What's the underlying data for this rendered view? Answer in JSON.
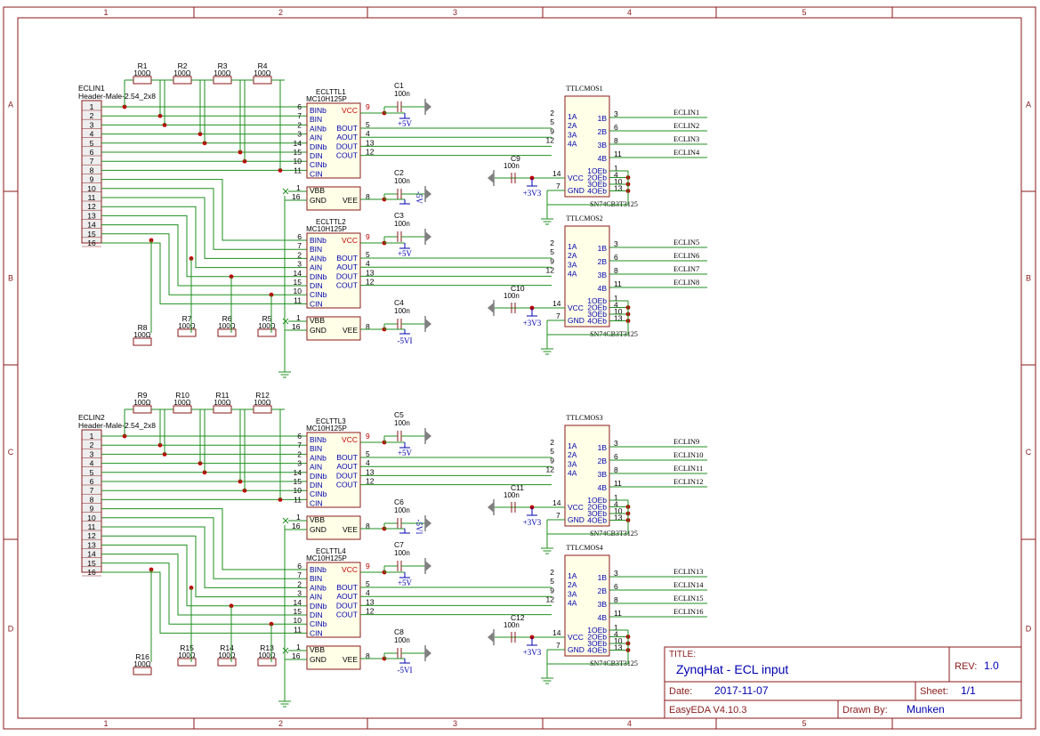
{
  "frame": {
    "cols": [
      "1",
      "2",
      "3",
      "4",
      "5"
    ],
    "rows": [
      "A",
      "B",
      "C",
      "D"
    ]
  },
  "colors": {
    "border": "#8b1a1a",
    "wire": "#1f8f1f",
    "part": "#8b1a1a",
    "label": "#0000b0",
    "pin": "#8b0000",
    "power": "#808080"
  },
  "headers": [
    {
      "ref": "ECLIN1",
      "value": "Header-Male-2.54_2x8"
    },
    {
      "ref": "ECLIN2",
      "value": "Header-Male-2.54_2x8"
    }
  ],
  "header_pins": [
    "1",
    "2",
    "3",
    "4",
    "5",
    "6",
    "7",
    "8",
    "9",
    "10",
    "11",
    "12",
    "13",
    "14",
    "15",
    "16"
  ],
  "resistors": {
    "top": [
      [
        {
          "ref": "R1",
          "val": "100Ω"
        },
        {
          "ref": "R2",
          "val": "100Ω"
        },
        {
          "ref": "R3",
          "val": "100Ω"
        },
        {
          "ref": "R4",
          "val": "100Ω"
        }
      ],
      [
        {
          "ref": "R9",
          "val": "100Ω"
        },
        {
          "ref": "R10",
          "val": "100Ω"
        },
        {
          "ref": "R11",
          "val": "100Ω"
        },
        {
          "ref": "R12",
          "val": "100Ω"
        }
      ]
    ],
    "bottom": [
      [
        {
          "ref": "R8",
          "val": "100Ω"
        },
        {
          "ref": "R7",
          "val": "100Ω"
        },
        {
          "ref": "R6",
          "val": "100Ω"
        },
        {
          "ref": "R5",
          "val": "100Ω"
        }
      ],
      [
        {
          "ref": "R16",
          "val": "100Ω"
        },
        {
          "ref": "R15",
          "val": "100Ω"
        },
        {
          "ref": "R14",
          "val": "100Ω"
        },
        {
          "ref": "R13",
          "val": "100Ω"
        }
      ]
    ]
  },
  "ecl_chips": [
    {
      "ref": "ECLTTL1",
      "part": "MC10H125P",
      "vcc_cap": "C1",
      "vee_cap": "C2",
      "vee_label": "-5V",
      "vee_rot": true
    },
    {
      "ref": "ECLTTL2",
      "part": "MC10H125P",
      "vcc_cap": "C3",
      "vee_cap": "C4",
      "vee_label": "-5VI",
      "vee_rot": false
    },
    {
      "ref": "ECLTTL3",
      "part": "MC10H125P",
      "vcc_cap": "C5",
      "vee_cap": "C6",
      "vee_label": "-5VI",
      "vee_rot": true
    },
    {
      "ref": "ECLTTL4",
      "part": "MC10H125P",
      "vcc_cap": "C7",
      "vee_cap": "C8",
      "vee_label": "-5VI",
      "vee_rot": false
    }
  ],
  "ecl_left_pins": [
    {
      "n": "6",
      "name": "BINb"
    },
    {
      "n": "7",
      "name": "BIN"
    },
    {
      "n": "2",
      "name": "AINb"
    },
    {
      "n": "3",
      "name": "AIN"
    },
    {
      "n": "14",
      "name": "DINb"
    },
    {
      "n": "15",
      "name": "DIN"
    },
    {
      "n": "10",
      "name": "CINb"
    },
    {
      "n": "11",
      "name": "CIN"
    }
  ],
  "ecl_right_pins": [
    {
      "n": "5",
      "name": "BOUT"
    },
    {
      "n": "4",
      "name": "AOUT"
    },
    {
      "n": "13",
      "name": "DOUT"
    },
    {
      "n": "12",
      "name": "COUT"
    }
  ],
  "ecl_misc": {
    "vcc": "VCC",
    "vcc_pin": "9",
    "vbb": "VBB",
    "vbb_pin": "1",
    "gnd": "GND",
    "gnd_pin": "16",
    "vee": "VEE",
    "vee_pin": "8",
    "plus5": "+5V"
  },
  "cap_value": "100n",
  "mux_chips": [
    {
      "ref": "TTLCMOS1",
      "part": "SN74CB3T3125",
      "cap": "C9",
      "outs": [
        "ECLIN1",
        "ECLIN2",
        "ECLIN3",
        "ECLIN4"
      ]
    },
    {
      "ref": "TTLCMOS2",
      "part": "SN74CB3T3125",
      "cap": "C10",
      "outs": [
        "ECLIN5",
        "ECLIN6",
        "ECLIN7",
        "ECLIN8"
      ]
    },
    {
      "ref": "TTLCMOS3",
      "part": "SN74CB3T3125",
      "cap": "C11",
      "outs": [
        "ECLIN9",
        "ECLIN10",
        "ECLIN11",
        "ECLIN12"
      ]
    },
    {
      "ref": "TTLCMOS4",
      "part": "SN74CB3T3125",
      "cap": "C12",
      "outs": [
        "ECLIN13",
        "ECLIN14",
        "ECLIN15",
        "ECLIN16"
      ]
    }
  ],
  "mux_left_pins": [
    {
      "n": "2",
      "name": "1A"
    },
    {
      "n": "5",
      "name": "2A"
    },
    {
      "n": "9",
      "name": "3A"
    },
    {
      "n": "12",
      "name": "4A"
    }
  ],
  "mux_right_pins": [
    {
      "n": "3",
      "name": "1B"
    },
    {
      "n": "6",
      "name": "2B"
    },
    {
      "n": "8",
      "name": "3B"
    },
    {
      "n": "11",
      "name": "4B"
    }
  ],
  "mux_oe_pins": [
    {
      "n": "1",
      "name": "1OEb"
    },
    {
      "n": "4",
      "name": "2OEb"
    },
    {
      "n": "10",
      "name": "3OEb"
    },
    {
      "n": "13",
      "name": "4OEb"
    }
  ],
  "mux_misc": {
    "vcc": "VCC",
    "vcc_pin": "14",
    "gnd": "GND",
    "gnd_pin": "7",
    "supply": "+3V3"
  },
  "title_block": {
    "title_label": "TITLE:",
    "title": "ZynqHat - ECL input",
    "rev_label": "REV:",
    "rev": "1.0",
    "date_label": "Date:",
    "date": "2017-11-07",
    "sheet_label": "Sheet:",
    "sheet": "1/1",
    "tool": "EasyEDA V4.10.3",
    "drawn_label": "Drawn By:",
    "drawn": "Munken"
  }
}
